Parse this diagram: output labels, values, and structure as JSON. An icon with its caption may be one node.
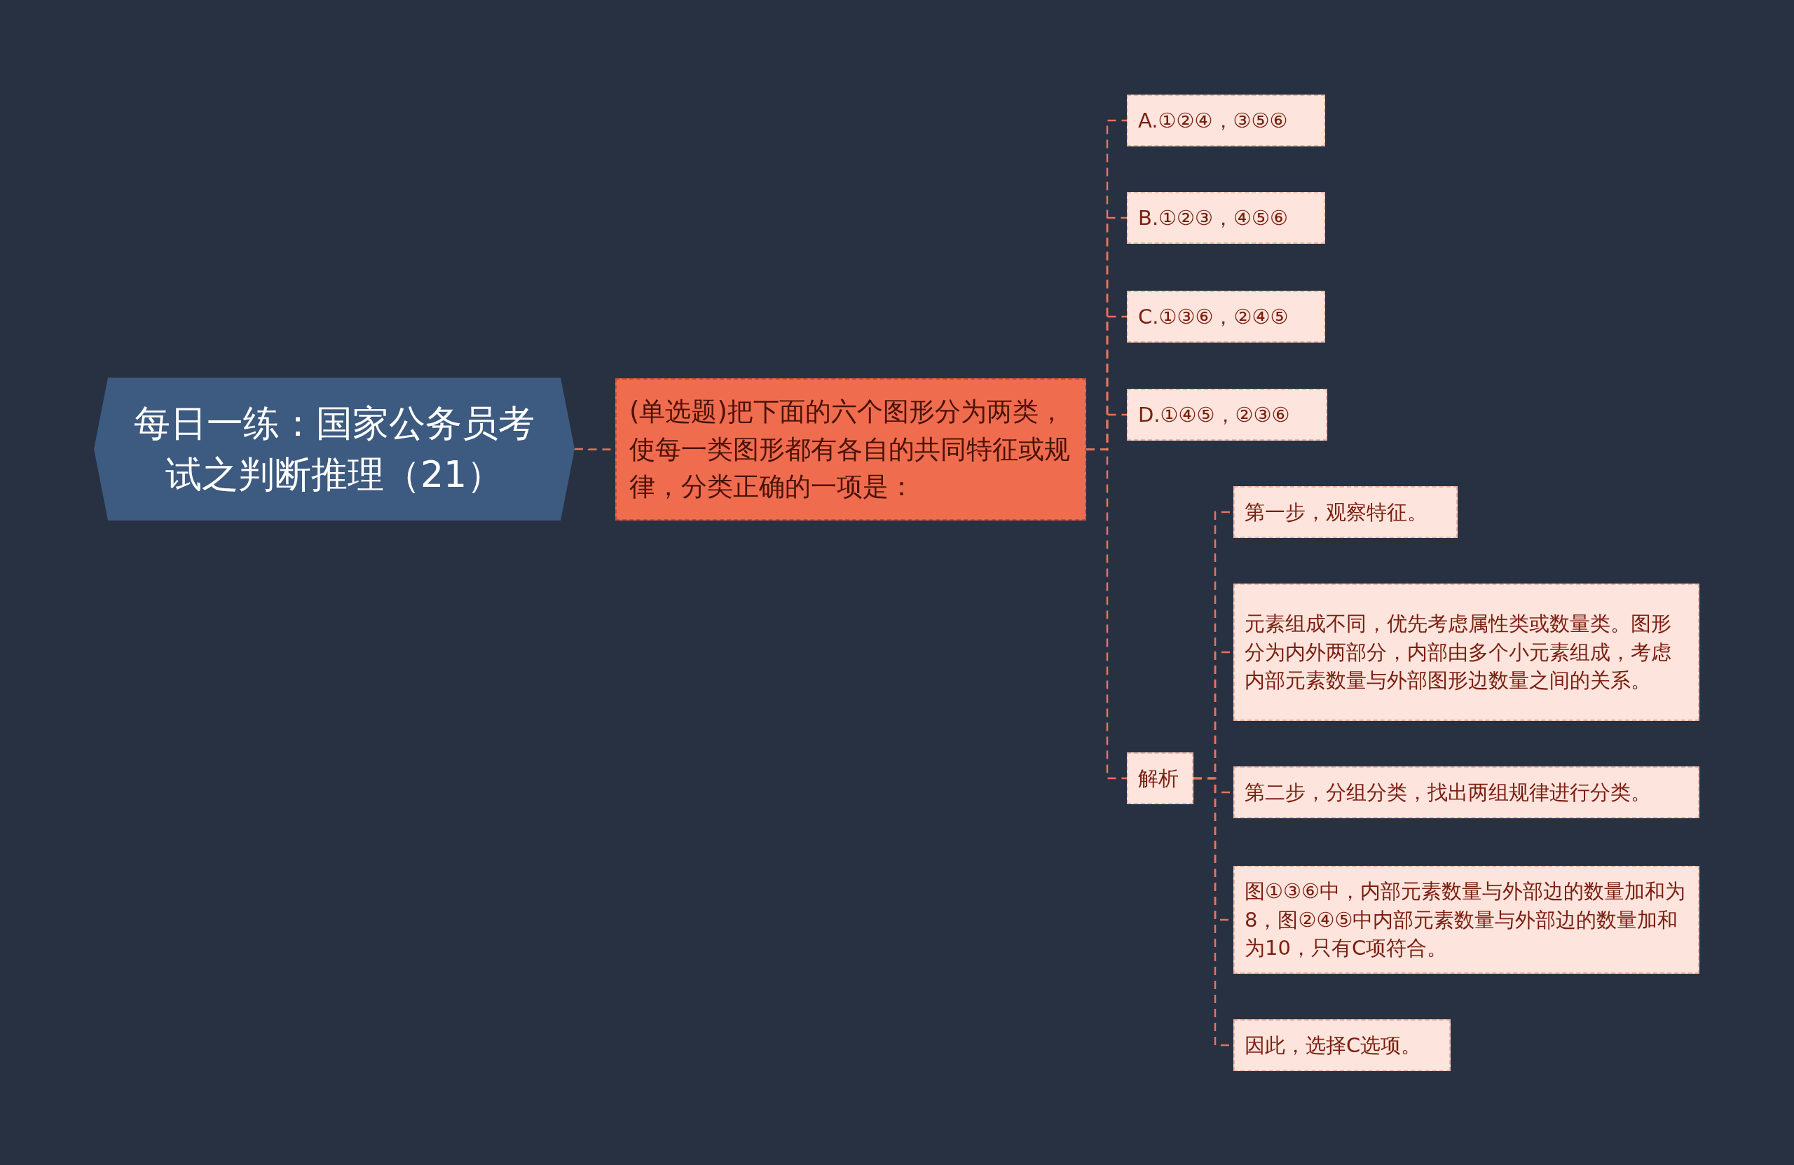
{
  "diagram": {
    "nodes": [
      {
        "text": [
          "每日一练：国家公务员考试之判断推理（21）"
        ]
      },
      {
        "text": [
          "(单选题)把下面的六个图形分为两类，使每一类图形都有各自的共同特征或规律，分类正确的一项是："
        ]
      },
      {
        "text": [
          "A.①②④，③⑤⑥"
        ]
      },
      {
        "text": [
          "B.①②③，④⑤⑥"
        ]
      },
      {
        "text": [
          "C.①③⑥，②④⑤"
        ]
      },
      {
        "text": [
          "D.①④⑤，②③⑥"
        ]
      },
      {
        "text": [
          "解析"
        ]
      },
      {
        "text": [
          "第一步，观察特征。"
        ]
      },
      {
        "text": [
          "元素组成不同，优先考虑属性类或数量类。图形分为内外两部分，内部由多个小元素组成，考虑内部元素数量与外部图形边数量之间的关系。"
        ]
      },
      {
        "text": [
          "第二步，分组分类，找出两组规律进行分类。"
        ]
      },
      {
        "text": [
          "图①③⑥中，内部元素数量与外部边的数量加和为8，图②④⑤中内部元素数量与外部边的数量加和为10，只有C项符合。"
        ]
      },
      {
        "text": [
          "因此，选择C选项。"
        ]
      }
    ],
    "edges": [
      {
        "from": 0,
        "to": 1,
        "arrow": "none",
        "style": "dashed"
      },
      {
        "from": 1,
        "to": 2,
        "arrow": "none",
        "style": "dashed"
      },
      {
        "from": 1,
        "to": 3,
        "arrow": "none",
        "style": "dashed"
      },
      {
        "from": 1,
        "to": 4,
        "arrow": "none",
        "style": "dashed"
      },
      {
        "from": 1,
        "to": 5,
        "arrow": "none",
        "style": "dashed"
      },
      {
        "from": 1,
        "to": 6,
        "arrow": "none",
        "style": "dashed"
      },
      {
        "from": 6,
        "to": 7,
        "arrow": "none",
        "style": "dashed"
      },
      {
        "from": 6,
        "to": 8,
        "arrow": "none",
        "style": "dashed"
      },
      {
        "from": 6,
        "to": 9,
        "arrow": "none",
        "style": "dashed"
      },
      {
        "from": 6,
        "to": 10,
        "arrow": "none",
        "style": "dashed"
      },
      {
        "from": 6,
        "to": 11,
        "arrow": "none",
        "style": "dashed"
      }
    ]
  }
}
